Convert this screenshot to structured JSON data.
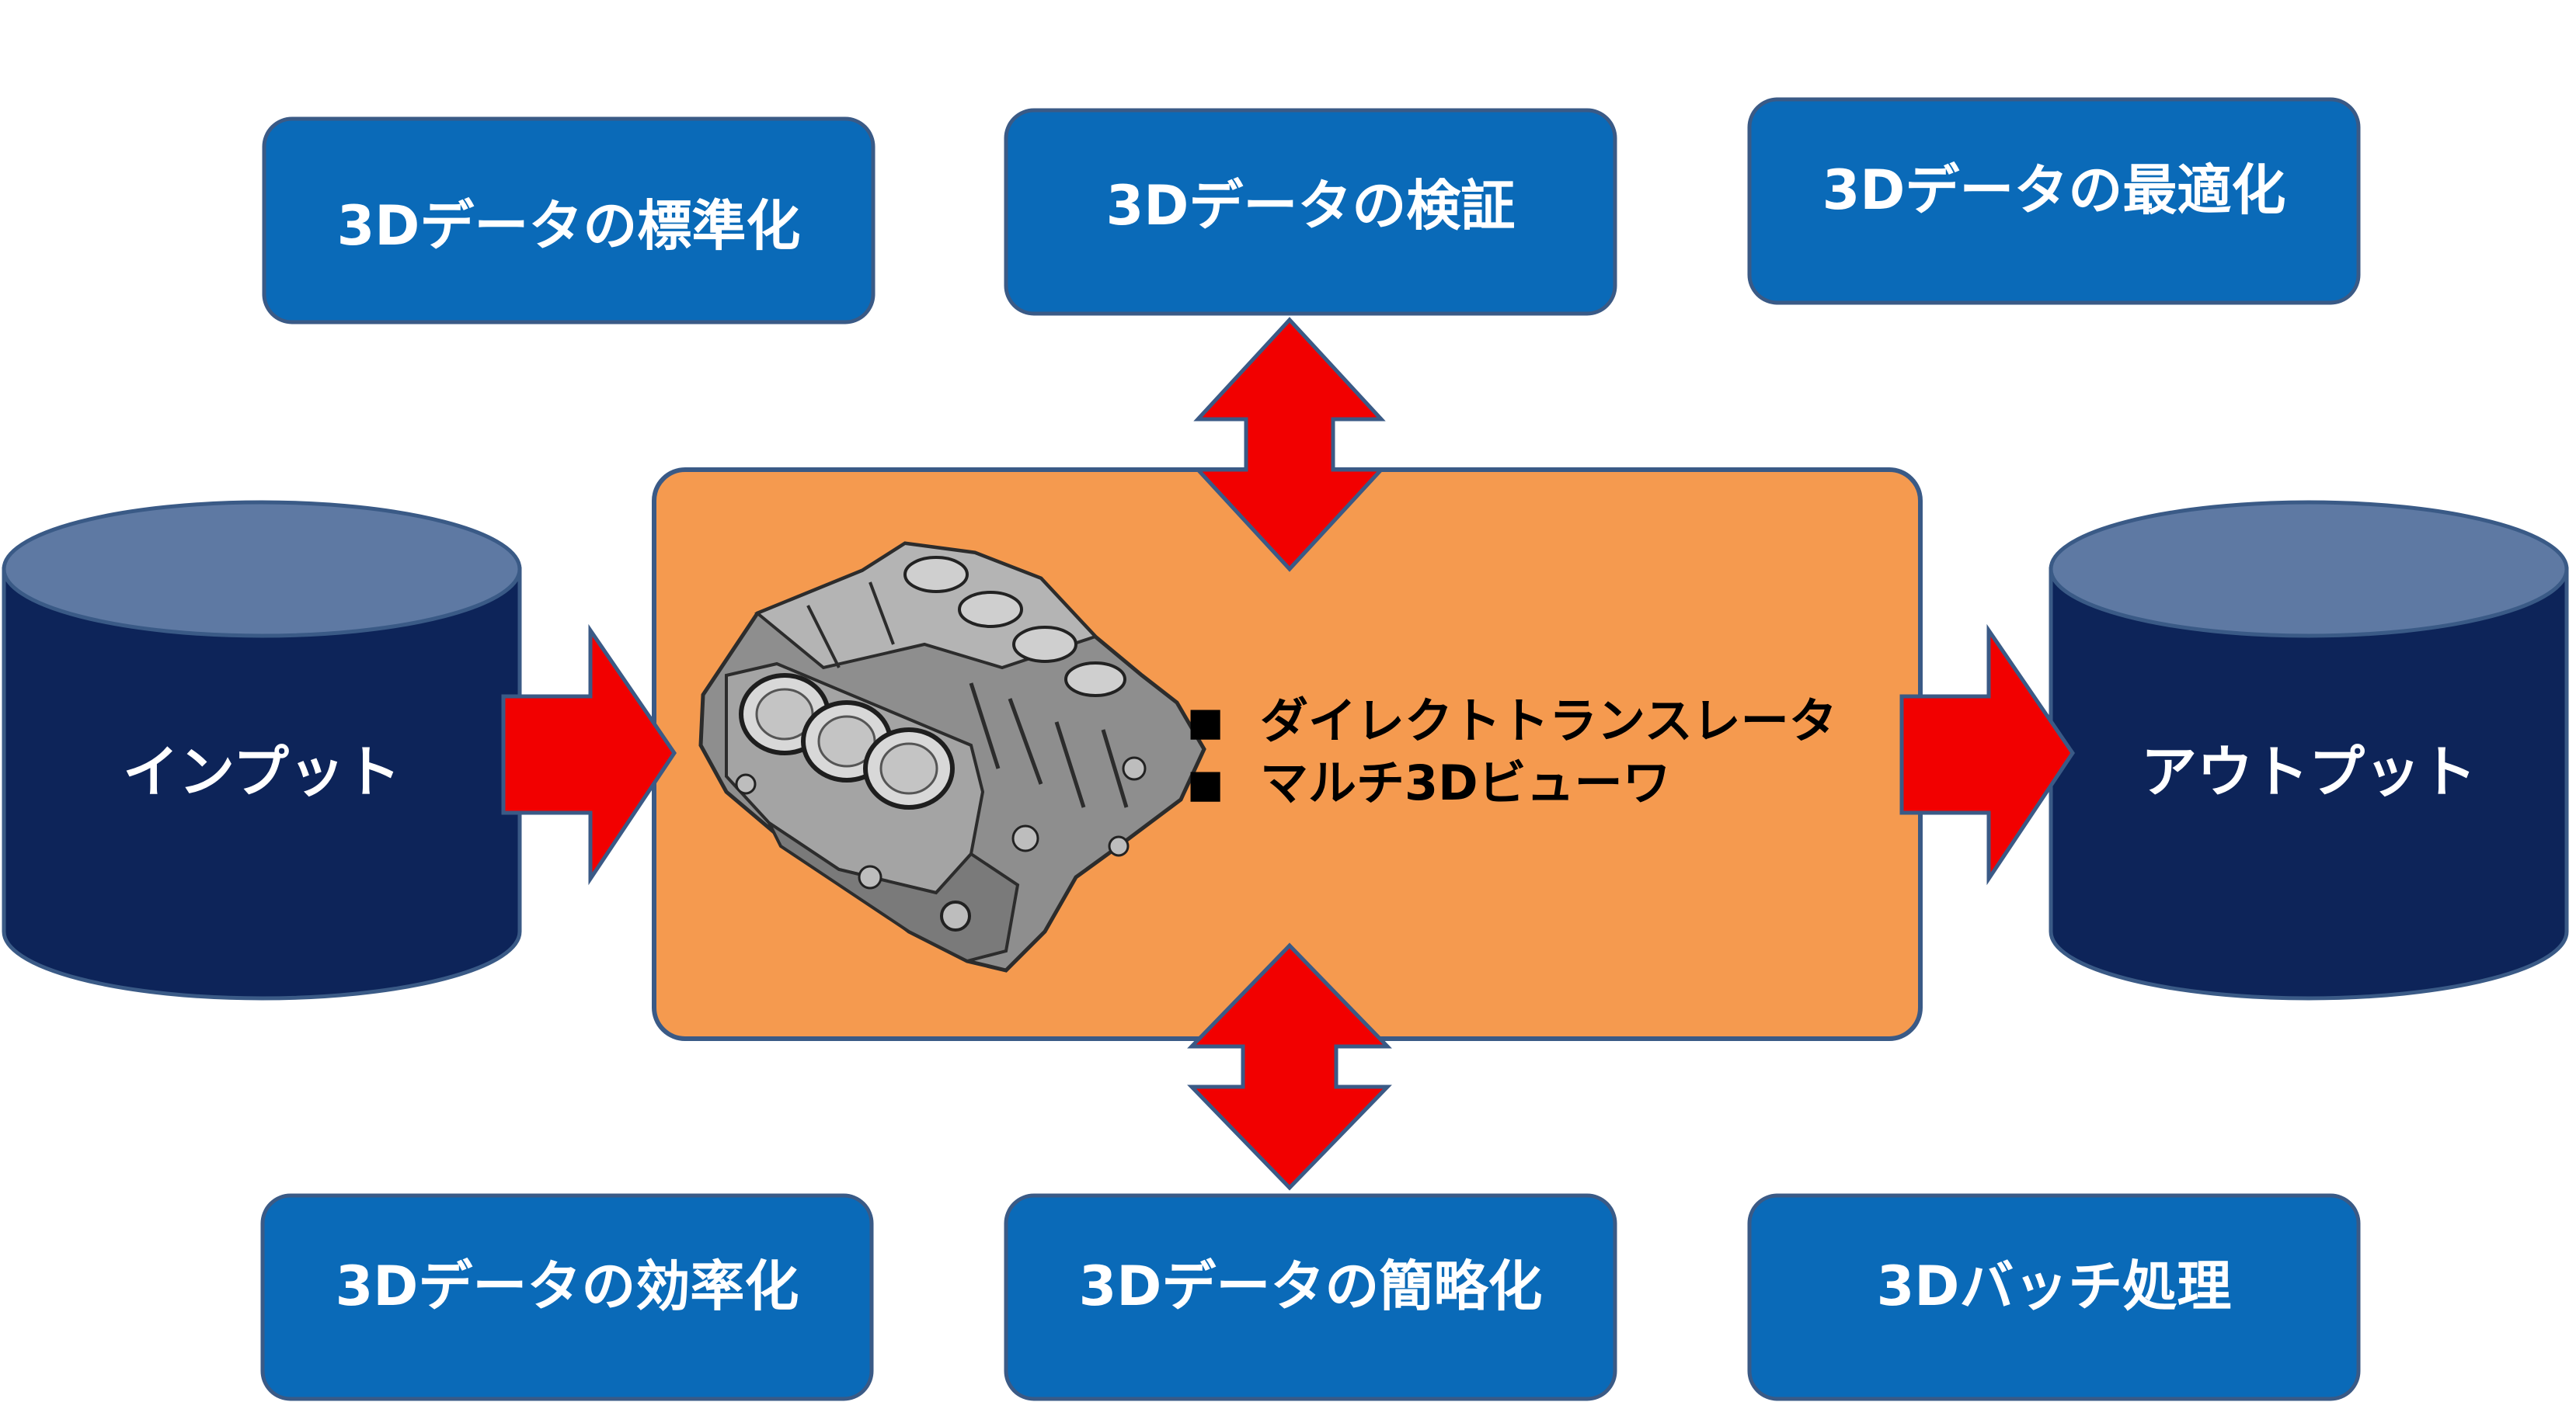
{
  "top_boxes": [
    {
      "label": "3Dデータの標準化"
    },
    {
      "label": "3Dデータの検証"
    },
    {
      "label": "3Dデータの最適化"
    }
  ],
  "bottom_boxes": [
    {
      "label": "3Dデータの効率化"
    },
    {
      "label": "3Dデータの簡略化"
    },
    {
      "label": "3Dバッチ処理"
    }
  ],
  "input_db": {
    "label": "インプット"
  },
  "output_db": {
    "label": "アウトプット"
  },
  "center": {
    "features": [
      {
        "bullet": "■",
        "label": "ダイレクトトランスレータ"
      },
      {
        "bullet": "■",
        "label": "マルチ3Dビューワ"
      }
    ]
  },
  "colors": {
    "box_fill": "#0a6ab8",
    "box_border": "#3a5a86",
    "db_body": "#0d2459",
    "db_top": "#5e79a3",
    "center_fill": "#f59a4f",
    "arrow_fill": "#f20000",
    "arrow_border": "#3a5a86"
  }
}
